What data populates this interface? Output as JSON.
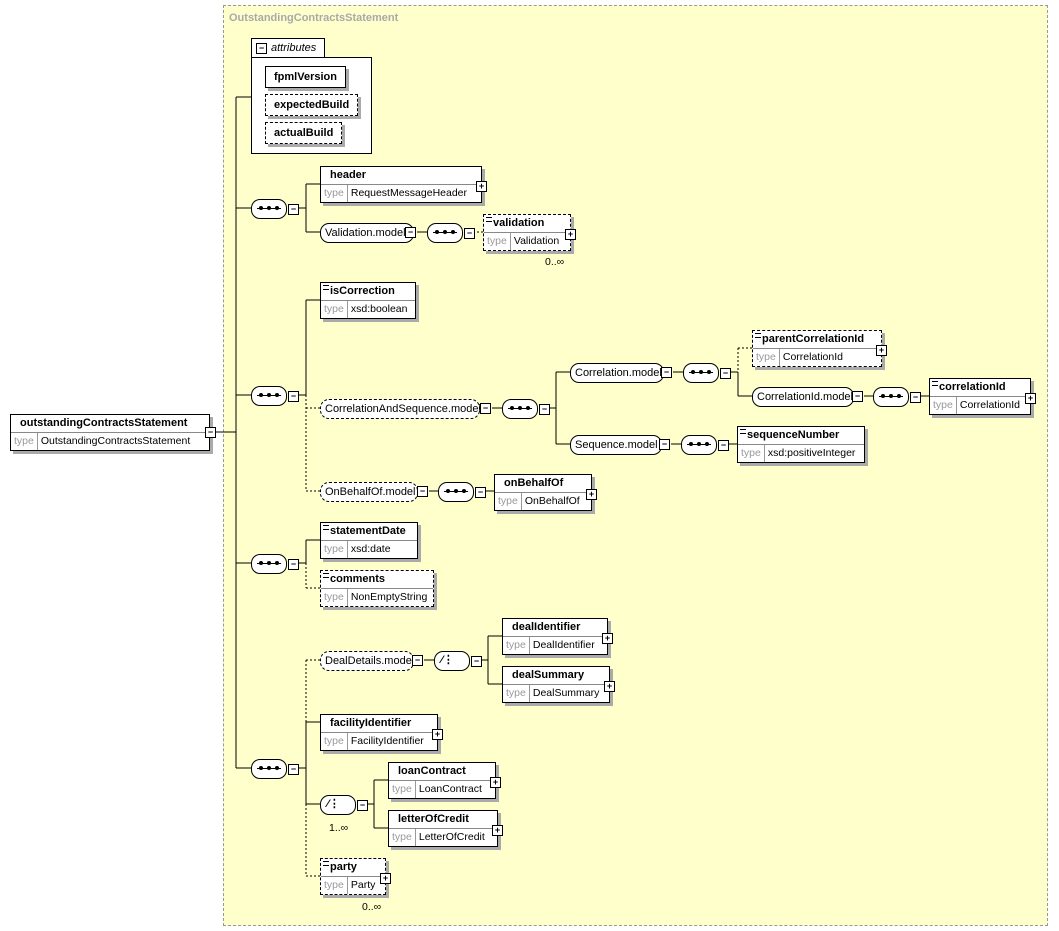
{
  "diagram": {
    "title": "OutstandingContractsStatement",
    "attributes_label": "attributes",
    "type_label": "type",
    "root": {
      "name": "outstandingContractsStatement",
      "type": "OutstandingContractsStatement"
    },
    "attributes": [
      "fpmlVersion",
      "expectedBuild",
      "actualBuild"
    ],
    "elements": {
      "header": {
        "name": "header",
        "type": "RequestMessageHeader"
      },
      "validation": {
        "name": "validation",
        "type": "Validation",
        "cardinality": "0..∞"
      },
      "isCorrection": {
        "name": "isCorrection",
        "type": "xsd:boolean"
      },
      "parentCorrelationId": {
        "name": "parentCorrelationId",
        "type": "CorrelationId"
      },
      "correlationId": {
        "name": "correlationId",
        "type": "CorrelationId"
      },
      "sequenceNumber": {
        "name": "sequenceNumber",
        "type": "xsd:positiveInteger"
      },
      "onBehalfOf": {
        "name": "onBehalfOf",
        "type": "OnBehalfOf"
      },
      "statementDate": {
        "name": "statementDate",
        "type": "xsd:date"
      },
      "comments": {
        "name": "comments",
        "type": "NonEmptyString"
      },
      "dealIdentifier": {
        "name": "dealIdentifier",
        "type": "DealIdentifier"
      },
      "dealSummary": {
        "name": "dealSummary",
        "type": "DealSummary"
      },
      "facilityIdentifier": {
        "name": "facilityIdentifier",
        "type": "FacilityIdentifier"
      },
      "loanContract": {
        "name": "loanContract",
        "type": "LoanContract"
      },
      "letterOfCredit": {
        "name": "letterOfCredit",
        "type": "LetterOfCredit"
      },
      "party": {
        "name": "party",
        "type": "Party",
        "cardinality": "0..∞"
      }
    },
    "groups": {
      "validationModel": "Validation.model",
      "correlationAndSequenceModel": "CorrelationAndSequence.model",
      "correlationModel": "Correlation.model",
      "correlationIdModel": "CorrelationId.model",
      "sequenceModel": "Sequence.model",
      "onBehalfOfModel": "OnBehalfOf.model",
      "dealDetailsModel": "DealDetails.model"
    },
    "choice_cardinality": "1..∞",
    "colors": {
      "panel": "#ffffcc",
      "border": "#000000",
      "muted": "#999999",
      "shadow": "#aaaaaa"
    }
  }
}
